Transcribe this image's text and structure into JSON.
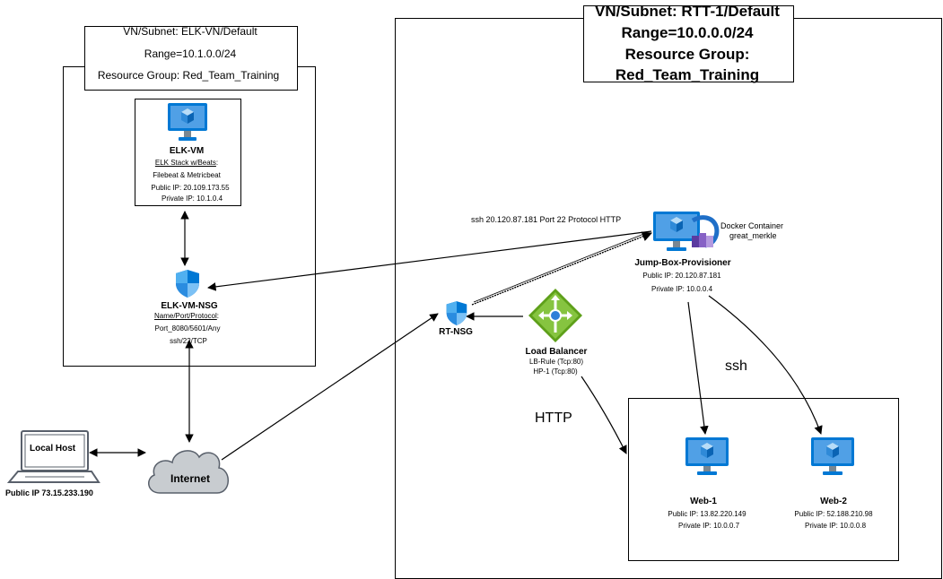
{
  "left_vnet": {
    "header_line1": "VN/Subnet: ELK-VN/Default",
    "header_line2": "Range=10.1.0.0/24",
    "header_line3": "Resource Group: Red_Team_Training"
  },
  "right_vnet": {
    "header_line1": "VN/Subnet: RTT-1/Default",
    "header_line2": "Range=10.0.0.0/24",
    "header_line3": "Resource Group:",
    "header_line4": "Red_Team_Training"
  },
  "elk_vm": {
    "name": "ELK-VM",
    "stack": "ELK Stack w/Beats",
    "stack_suffix": ":",
    "beats": "Filebeat & Metricbeat",
    "public_ip": "Public IP: 20.109.173.55",
    "private_ip": "Private IP: 10.1.0.4"
  },
  "elk_nsg": {
    "name": "ELK-VM-NSG",
    "rules_header": "Name/Port/Protocol",
    "rules_suffix": ":",
    "rule1": "Port_8080/5601/Any",
    "rule2": "ssh/22/TCP"
  },
  "rt_nsg": {
    "name": "RT-NSG"
  },
  "load_balancer": {
    "name": "Load Balancer",
    "rule": "LB-Rule (Tcp:80)",
    "probe": "HP-1 (Tcp:80)"
  },
  "jump_box": {
    "name": "Jump-Box-Provisioner",
    "public_ip": "Public IP: 20.120.87.181",
    "private_ip": "Private IP: 10.0.0.4",
    "container_line1": "Docker Container",
    "container_line2": "great_merkle"
  },
  "web1": {
    "name": "Web-1",
    "public_ip": "Public IP: 13.82.220.149",
    "private_ip": "Private IP: 10.0.0.7"
  },
  "web2": {
    "name": "Web-2",
    "public_ip": "Public IP: 52.188.210.98",
    "private_ip": "Private IP: 10.0.0.8"
  },
  "local_host": {
    "label": "Local Host",
    "public_ip": "Public IP 73.15.233.190"
  },
  "internet": {
    "label": "Internet"
  },
  "edges": {
    "ssh_jumpbox_label": "ssh 20.120.87.181 Port 22 Protocol HTTP",
    "ssh_label": "ssh",
    "http_label": "HTTP"
  },
  "colors": {
    "azure_blue": "#0078d4",
    "azure_light": "#50a0e6",
    "lb_green": "#5ea01a",
    "docker_purple": "#8661c5",
    "cloud_gray": "#c8ccd0",
    "stroke": "#000000"
  }
}
